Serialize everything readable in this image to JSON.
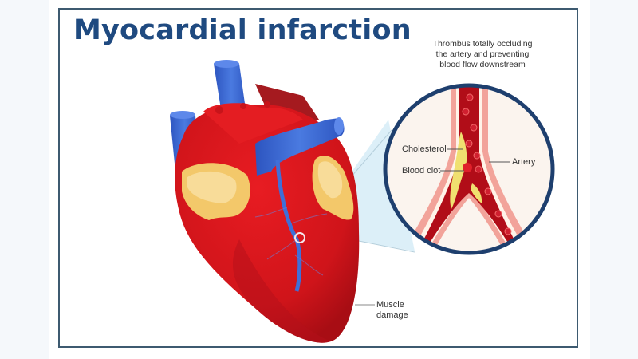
{
  "title": "Myocardial infarction",
  "caption": {
    "line1": "Thrombus totally occluding",
    "line2": "the artery and preventing",
    "line3": "blood flow downstream"
  },
  "labels": {
    "cholesterol": "Cholesterol",
    "blood_clot": "Blood clot",
    "artery": "Artery",
    "muscle_line1": "Muscle",
    "muscle_line2": "damage"
  },
  "colors": {
    "title": "#1f4a80",
    "frame": "#3d5a70",
    "heart_red": "#d8161c",
    "heart_dark": "#a80d14",
    "vessel_blue": "#3f6fd8",
    "fat_yellow": "#f3c86a",
    "magnifier_ring": "#1e3f6e",
    "magnifier_bg": "#fbf4ee",
    "connector_fill": "#d6ecf7"
  }
}
